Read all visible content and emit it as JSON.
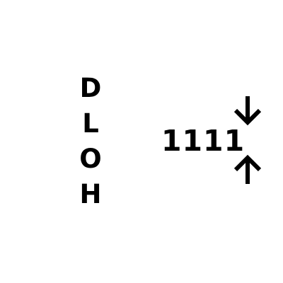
{
  "hold_letters": [
    "D",
    "L",
    "O",
    "H"
  ],
  "number": "1111",
  "icons": {
    "top": "arrow-down-icon",
    "bottom": "arrow-up-icon"
  },
  "colors": {
    "background": "#ffffff",
    "foreground": "#000000"
  }
}
